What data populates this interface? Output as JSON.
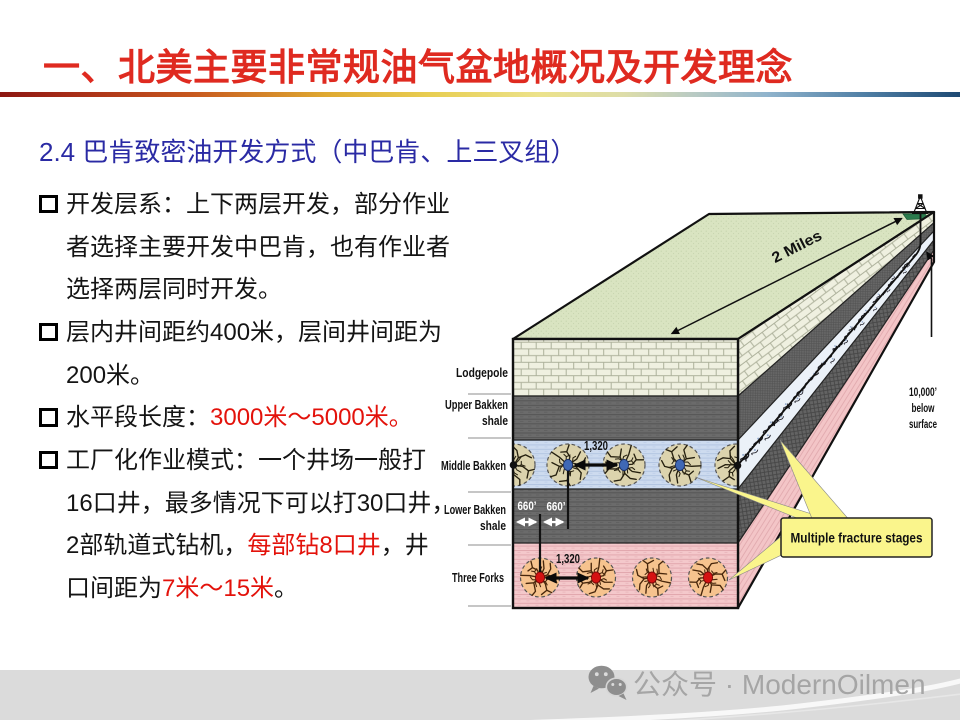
{
  "slide": {
    "title": "一、北美主要非常规油气盆地概况及开发理念",
    "subtitle": "2.4 巴肯致密油开发方式（中巴肯、上三叉组）",
    "bullets": [
      {
        "lines": [
          [
            {
              "t": "开发层系：上下两层开发，部分作业"
            }
          ],
          [
            {
              "t": "者选择主要开发中巴肯，也有作业者"
            }
          ],
          [
            {
              "t": "选择两层同时开发。"
            }
          ]
        ]
      },
      {
        "lines": [
          [
            {
              "t": "层内井间距约400米，层间井间距为"
            }
          ],
          [
            {
              "t": "200米。"
            }
          ]
        ]
      },
      {
        "lines": [
          [
            {
              "t": "水平段长度："
            },
            {
              "t": "3000米～5000米。",
              "red": true
            }
          ]
        ]
      },
      {
        "lines": [
          [
            {
              "t": "工厂化作业模式：一个井场一般打"
            }
          ],
          [
            {
              "t": "16口井，最多情况下可以打30口井，"
            }
          ],
          [
            {
              "t": "2部轨道式钻机，"
            },
            {
              "t": "每部钻8口井",
              "red": true
            },
            {
              "t": "，井"
            }
          ],
          [
            {
              "t": "口间距为"
            },
            {
              "t": "7米～15米",
              "red": true
            },
            {
              "t": "。"
            }
          ]
        ]
      }
    ]
  },
  "diagram": {
    "scale_label": "2 Miles",
    "depth_label_line1": "10,000’",
    "depth_label_line2": "below",
    "depth_label_line3": "surface",
    "callout_label": "Multiple fracture stages",
    "well_spacing_middle": "1,320",
    "well_spacing_threeforks": "1,320",
    "offset_label_1": "660’",
    "offset_label_2": "660’",
    "layers": [
      {
        "label_line1": "Lodgepole"
      },
      {
        "label_line1": "Upper Bakken",
        "label_line2": "shale"
      },
      {
        "label_line1": "Middle Bakken"
      },
      {
        "label_line1": "Lower Bakken",
        "label_line2": "shale"
      },
      {
        "label_line1": "Three Forks"
      }
    ]
  },
  "footer": {
    "watermark": "公众号 · ModernOilmen"
  },
  "colors": {
    "title_red": "#DF2A20",
    "subtitle_blue": "#2A2AA4",
    "body_text": "#141414",
    "highlight_red": "#E3120B",
    "lodgepole_fill": "#EFF0E0",
    "shale_gray": "#6B6B6B",
    "middle_bakken_blue": "#CDDBEF",
    "three_forks_pink": "#F4C8CB",
    "surface_green": "#D9E4C1",
    "callout_yellow": "#FAF58C",
    "footer_gray_band": "#DBDBDB",
    "watermark_gray": "#A5A5A5"
  }
}
